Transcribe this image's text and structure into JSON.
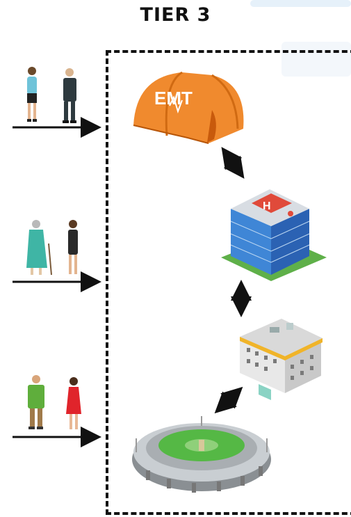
{
  "title": "TIER 3",
  "tent_label": "EMT",
  "hospital_sign": "H",
  "colors": {
    "tent": "#f08a2e",
    "hospital_glass": "#2f6fbd",
    "hospital_roof": "#e04a3a",
    "clinic_trim": "#f0b429",
    "stadium_field": "#55b845",
    "arrow": "#111111"
  },
  "icons": [
    "person-woman-icon",
    "person-man-icon",
    "person-elderly-icon",
    "person-tourist-icon",
    "person-red-dress-icon",
    "tent-icon",
    "hospital-icon",
    "clinic-icon",
    "stadium-icon"
  ]
}
